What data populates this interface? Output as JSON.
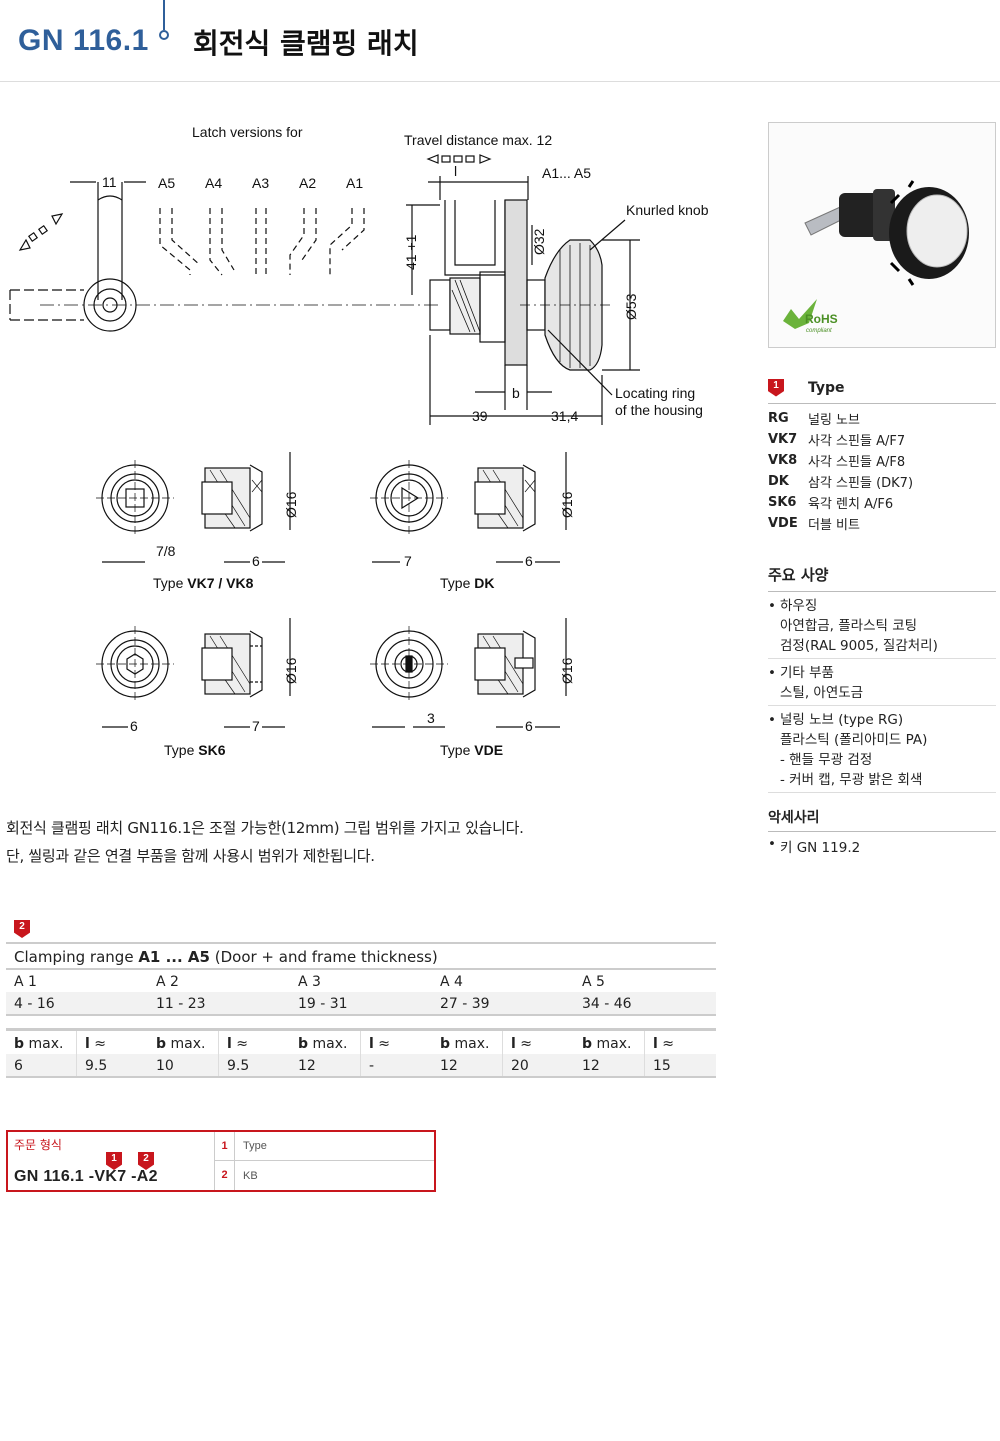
{
  "header": {
    "code": "GN 116.1",
    "title": "회전식 클램핑 래치"
  },
  "drawing": {
    "latch_versions_for": "Latch versions for",
    "travel_distance": "Travel distance max. 12",
    "a_labels": [
      "A5",
      "A4",
      "A3",
      "A2",
      "A1"
    ],
    "range_label": "A1... A5",
    "l_label": "l",
    "knurled_knob": "Knurled knob",
    "locating_ring_1": "Locating ring",
    "locating_ring_2": "of the housing",
    "dim_11": "11",
    "dim_41": "41 +1",
    "dim_32": "Ø32",
    "dim_53": "Ø53",
    "dim_b": "b",
    "dim_39": "39",
    "dim_314": "31,4",
    "dim_16": "Ø16",
    "dim_78": "7/8",
    "dim_6": "6",
    "dim_7": "7",
    "dim_3": "3",
    "type_prefix": "Type",
    "type_vk": "VK7 / VK8",
    "type_dk": "DK",
    "type_sk6": "SK6",
    "type_vde": "VDE",
    "rohs": "RoHS",
    "rohs_sub": "compliant"
  },
  "side": {
    "type_badge": "1",
    "type_label": "Type",
    "types": [
      {
        "key": "RG",
        "val": "널링 노브"
      },
      {
        "key": "VK7",
        "val": "사각 스핀들 A/F7"
      },
      {
        "key": "VK8",
        "val": "사각 스핀들 A/F8"
      },
      {
        "key": "DK",
        "val": "삼각 스핀들 (DK7)"
      },
      {
        "key": "SK6",
        "val": "육각 렌치 A/F6"
      },
      {
        "key": "VDE",
        "val": "더블 비트"
      }
    ],
    "spec_title": "주요 사양",
    "specs": [
      {
        "head": "하우징",
        "lines": [
          "아연합금, 플라스틱 코팅",
          "검정(RAL 9005, 질감처리)"
        ]
      },
      {
        "head": "기타 부품",
        "lines": [
          "스틸, 아연도금"
        ]
      },
      {
        "head": "널링 노브 (type RG)",
        "lines": [
          "플라스틱 (폴리아미드 PA)",
          "- 핸들 무광 검정",
          "- 커버 캡, 무광 밝은 회색"
        ]
      }
    ],
    "acc_title": "악세사리",
    "acc_item": "키 GN 119.2"
  },
  "description": {
    "line1": "회전식 클램핑 래치 GN116.1은 조절 가능한(12mm) 그립 범위를 가지고 있습니다.",
    "line2": "단, 씰링과 같은 연결 부품을 함께 사용시 범위가 제한됩니다."
  },
  "table": {
    "badge": "2",
    "caption_prefix": "Clamping range ",
    "caption_bold": "A1 ... A5",
    "caption_suffix": " (Door + and frame thickness)",
    "a_headers": [
      "A 1",
      "A 2",
      "A 3",
      "A 4",
      "A 5"
    ],
    "ranges": [
      "4 - 16",
      "11 - 23",
      "19 - 31",
      "27 - 39",
      "34 - 46"
    ],
    "b_bold": "b",
    "b_suffix": " max.",
    "l_bold": "l",
    "l_suffix": " ≈",
    "b_values": [
      "6",
      "10",
      "12",
      "12",
      "12"
    ],
    "l_values": [
      "9.5",
      "9.5",
      "-",
      "20",
      "15"
    ]
  },
  "order": {
    "title": "주문 형식",
    "code": "GN 116.1 -VK7 -A2",
    "badge1": "1",
    "badge2": "2",
    "rows": [
      {
        "n": "1",
        "t": "Type"
      },
      {
        "n": "2",
        "t": "KB"
      }
    ]
  }
}
